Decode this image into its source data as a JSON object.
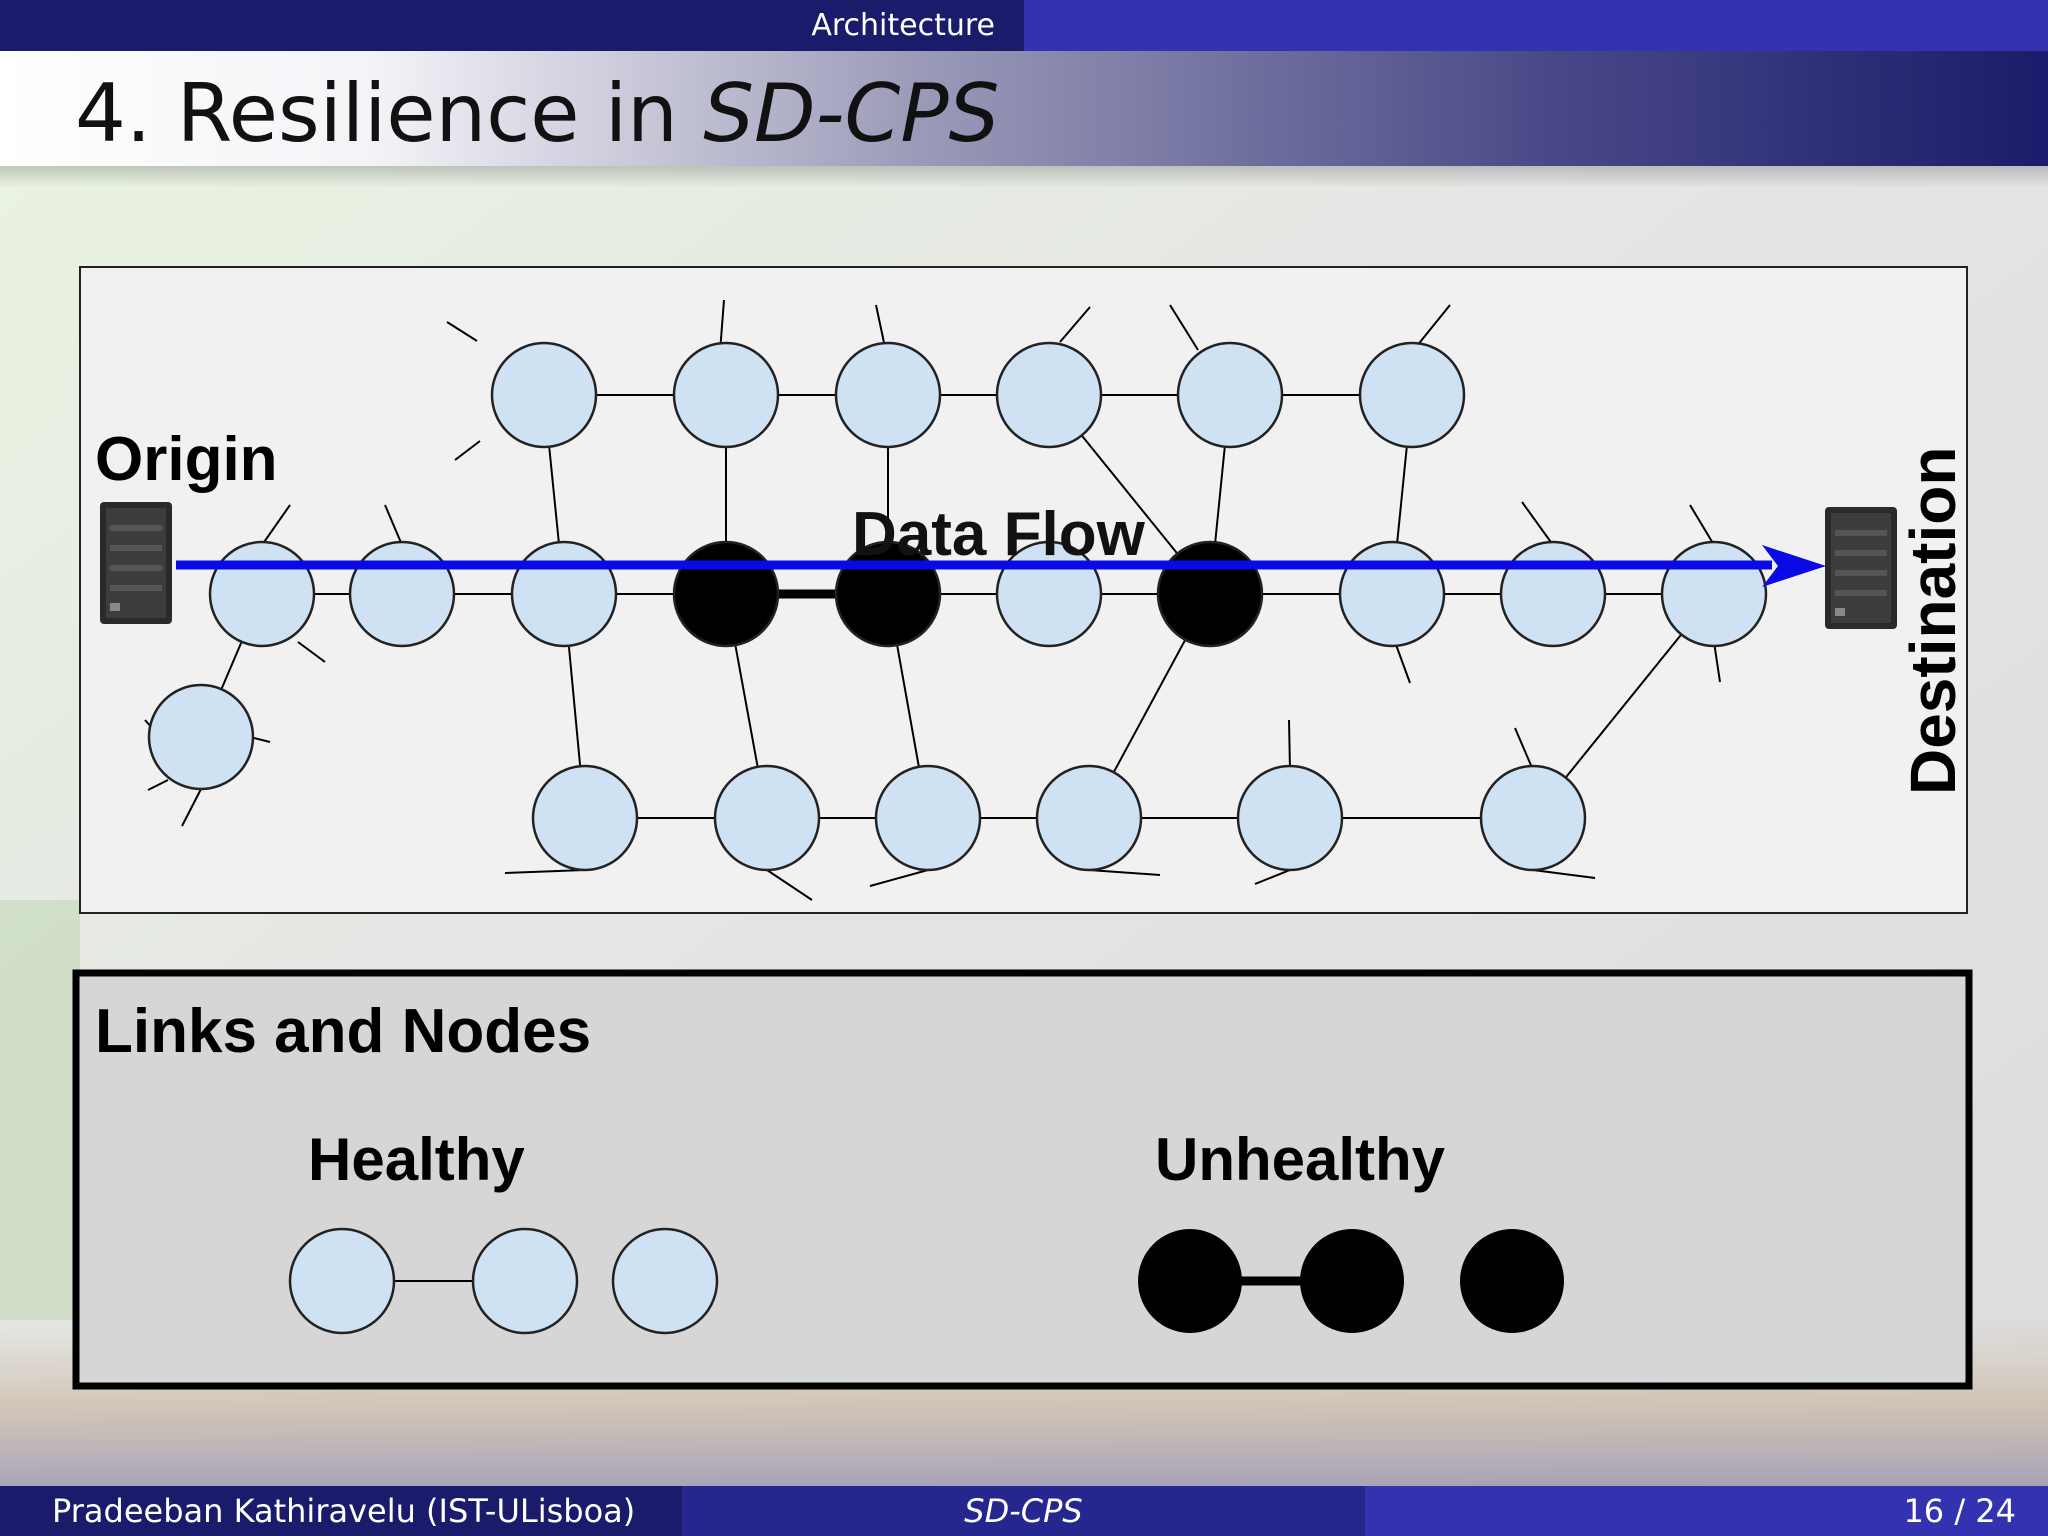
{
  "header": {
    "section": "Architecture"
  },
  "slide": {
    "title_prefix": "4. Resilience in ",
    "title_emphasis": "SD-CPS"
  },
  "diagram": {
    "origin_label": "Origin",
    "destination_label": "Destination",
    "flow_label": "Data Flow"
  },
  "legend": {
    "title": "Links and Nodes",
    "healthy_label": "Healthy",
    "unhealthy_label": "Unhealthy"
  },
  "footer": {
    "author": "Pradeeban Kathiravelu  (IST-ULisboa)",
    "short_title": "SD-CPS",
    "page": "16 / 24"
  },
  "colors": {
    "healthy_node": "#cfe2f3",
    "unhealthy_node": "#000000",
    "flow_arrow": "#0a0ae6",
    "theme_dark": "#1b1b6b",
    "theme_light": "#3333b2"
  }
}
